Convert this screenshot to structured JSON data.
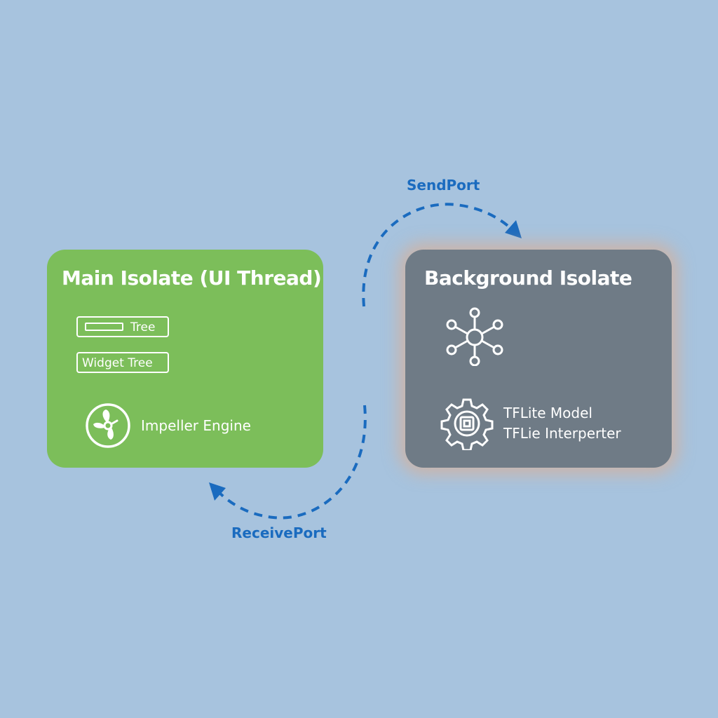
{
  "main_isolate": {
    "title": "Main Isolate (UI Thread)",
    "chips": [
      {
        "label": "Tree"
      },
      {
        "label": "Widget Tree"
      }
    ],
    "engine": {
      "label": "Impeller Engine",
      "icon": "fan-icon"
    },
    "color": "#7cbe5a"
  },
  "background_isolate": {
    "title": "Background Isolate",
    "network_icon": "network-hub-icon",
    "model_lines": [
      "TFLite Model",
      "TFLie Interperter"
    ],
    "model_icon": "gear-chip-icon",
    "color": "#6f7b86"
  },
  "ports": {
    "send": "SendPort",
    "receive": "ReceivePort",
    "color": "#1a6bbf"
  },
  "background_color": "#a7c3de"
}
